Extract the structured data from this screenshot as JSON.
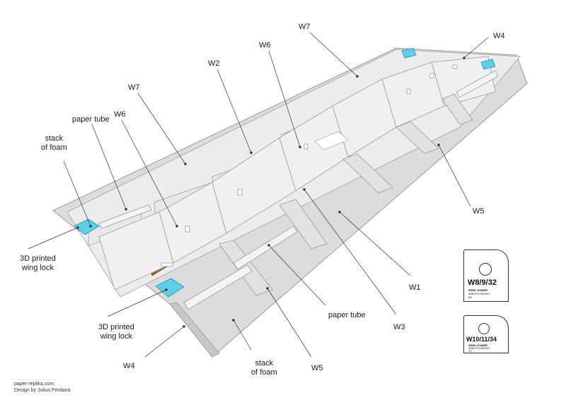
{
  "labels": {
    "w7_top": "W7",
    "w4_top": "W4",
    "w6_mid": "W6",
    "w2": "W2",
    "w7_left": "W7",
    "paper_tube_left": "paper tube",
    "w6_left": "W6",
    "stack_foam_left_1": "stack",
    "stack_foam_left_2": "of foam",
    "w5_right": "W5",
    "printed_lock_left_1": "3D printed",
    "printed_lock_left_2": "wing lock",
    "w1": "W1",
    "paper_tube_bottom": "paper tube",
    "w3": "W3",
    "printed_lock_bottom_1": "3D printed",
    "printed_lock_bottom_2": "wing lock",
    "w4_bottom": "W4",
    "stack_foam_bottom_1": "stack",
    "stack_foam_bottom_2": "of foam",
    "w5_bottom": "W5"
  },
  "cards": [
    {
      "code": "W8/9/32",
      "line1": "WING JOINER",
      "line2": "3MM PLYWOOD",
      "line3": "6X"
    },
    {
      "code": "W10/11/34",
      "line1": "WING JOINER",
      "line2": "3MM PLYWOOD",
      "line3": "2X"
    }
  ],
  "credits": {
    "site": "paper-replika.com",
    "designer": "Design by Julius Perdana"
  },
  "colors": {
    "rib": "#e6e6e6",
    "rib_edge": "#9a9a9a",
    "sheet": "#dcdcdc",
    "spar": "#9b6a2a",
    "lock": "#5bd0e6",
    "leader": "#333333"
  }
}
